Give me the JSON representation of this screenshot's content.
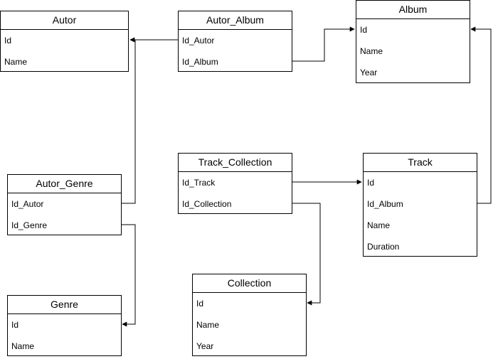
{
  "entities": {
    "autor": {
      "title": "Autor",
      "fields": [
        "Id",
        "Name"
      ]
    },
    "autor_album": {
      "title": "Autor_Album",
      "fields": [
        "Id_Autor",
        "Id_Album"
      ]
    },
    "album": {
      "title": "Album",
      "fields": [
        "Id",
        "Name",
        "Year"
      ]
    },
    "autor_genre": {
      "title": "Autor_Genre",
      "fields": [
        "Id_Autor",
        "Id_Genre"
      ]
    },
    "genre": {
      "title": "Genre",
      "fields": [
        "Id",
        "Name"
      ]
    },
    "track_collection": {
      "title": "Track_Collection",
      "fields": [
        "Id_Track",
        "Id_Collection"
      ]
    },
    "track": {
      "title": "Track",
      "fields": [
        "Id",
        "Id_Album",
        "Name",
        "Duration"
      ]
    },
    "collection": {
      "title": "Collection",
      "fields": [
        "Id",
        "Name",
        "Year"
      ]
    }
  },
  "relations": [
    {
      "from": "Autor_Album.Id_Autor",
      "to": "Autor.Id"
    },
    {
      "from": "Autor_Album.Id_Album",
      "to": "Album.Id"
    },
    {
      "from": "Autor_Genre.Id_Autor",
      "to": "Autor.Id"
    },
    {
      "from": "Autor_Genre.Id_Genre",
      "to": "Genre.Id"
    },
    {
      "from": "Track_Collection.Id_Track",
      "to": "Track.Id"
    },
    {
      "from": "Track_Collection.Id_Collection",
      "to": "Collection.Id"
    },
    {
      "from": "Track.Id_Album",
      "to": "Album.Id"
    }
  ]
}
